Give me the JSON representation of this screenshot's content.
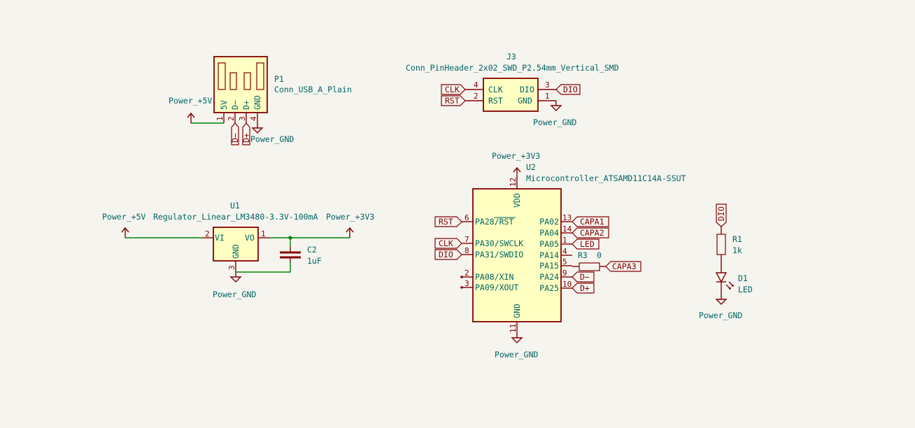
{
  "power": {
    "p5v": "Power_+5V",
    "p3v3": "Power_+3V3",
    "gnd": "Power_GND"
  },
  "p1": {
    "ref": "P1",
    "value": "Conn_USB_A_Plain",
    "pins": [
      {
        "num": "1",
        "name": "5V"
      },
      {
        "num": "2",
        "name": "D−"
      },
      {
        "num": "3",
        "name": "D+"
      },
      {
        "num": "4",
        "name": "GND"
      }
    ],
    "labels": [
      "D−",
      "D+"
    ]
  },
  "j3": {
    "ref": "J3",
    "value": "Conn_PinHeader_2x02_SWD_P2.54mm_Vertical_SMD",
    "left": [
      {
        "num": "4",
        "name": "CLK",
        "label": "CLK"
      },
      {
        "num": "2",
        "name": "RST",
        "label": "RST"
      }
    ],
    "right": [
      {
        "num": "3",
        "name": "DIO",
        "label": "DIO"
      },
      {
        "num": "1",
        "name": "GND"
      }
    ]
  },
  "u1": {
    "ref": "U1",
    "value": "Regulator_Linear_LM3480-3.3V-100mA",
    "vi": {
      "num": "2",
      "name": "VI"
    },
    "vo": {
      "num": "1",
      "name": "VO"
    },
    "gnd": {
      "num": "3",
      "name": "GND"
    }
  },
  "c2": {
    "ref": "C2",
    "value": "1uF"
  },
  "u2": {
    "ref": "U2",
    "value": "Microcontroller_ATSAMD11C14A-SSUT",
    "vdd": {
      "num": "12",
      "name": "VDD"
    },
    "gnd": {
      "num": "11",
      "name": "GND"
    },
    "left": [
      {
        "num": "6",
        "name": "PA28/RST",
        "label": "RST"
      },
      {
        "num": "7",
        "name": "PA30/SWCLK",
        "label": "CLK"
      },
      {
        "num": "8",
        "name": "PA31/SWDIO",
        "label": "DIO"
      },
      {
        "num": "2",
        "name": "PA08/XIN",
        "label": ""
      },
      {
        "num": "3",
        "name": "PA09/XOUT",
        "label": ""
      }
    ],
    "right": [
      {
        "num": "13",
        "name": "PA02",
        "label": "CAPA1"
      },
      {
        "num": "14",
        "name": "PA04",
        "label": "CAPA2"
      },
      {
        "num": "1",
        "name": "PA05",
        "label": "LED"
      },
      {
        "num": "4",
        "name": "PA14",
        "label": ""
      },
      {
        "num": "5",
        "name": "PA15",
        "label": ""
      },
      {
        "num": "9",
        "name": "PA24",
        "label": "D−"
      },
      {
        "num": "10",
        "name": "PA25",
        "label": "D+"
      }
    ]
  },
  "r3": {
    "ref": "R3",
    "value": "0",
    "label": "CAPA3"
  },
  "r1": {
    "ref": "R1",
    "value": "1k",
    "label": "DIO"
  },
  "d1": {
    "ref": "D1",
    "value": "LED"
  }
}
